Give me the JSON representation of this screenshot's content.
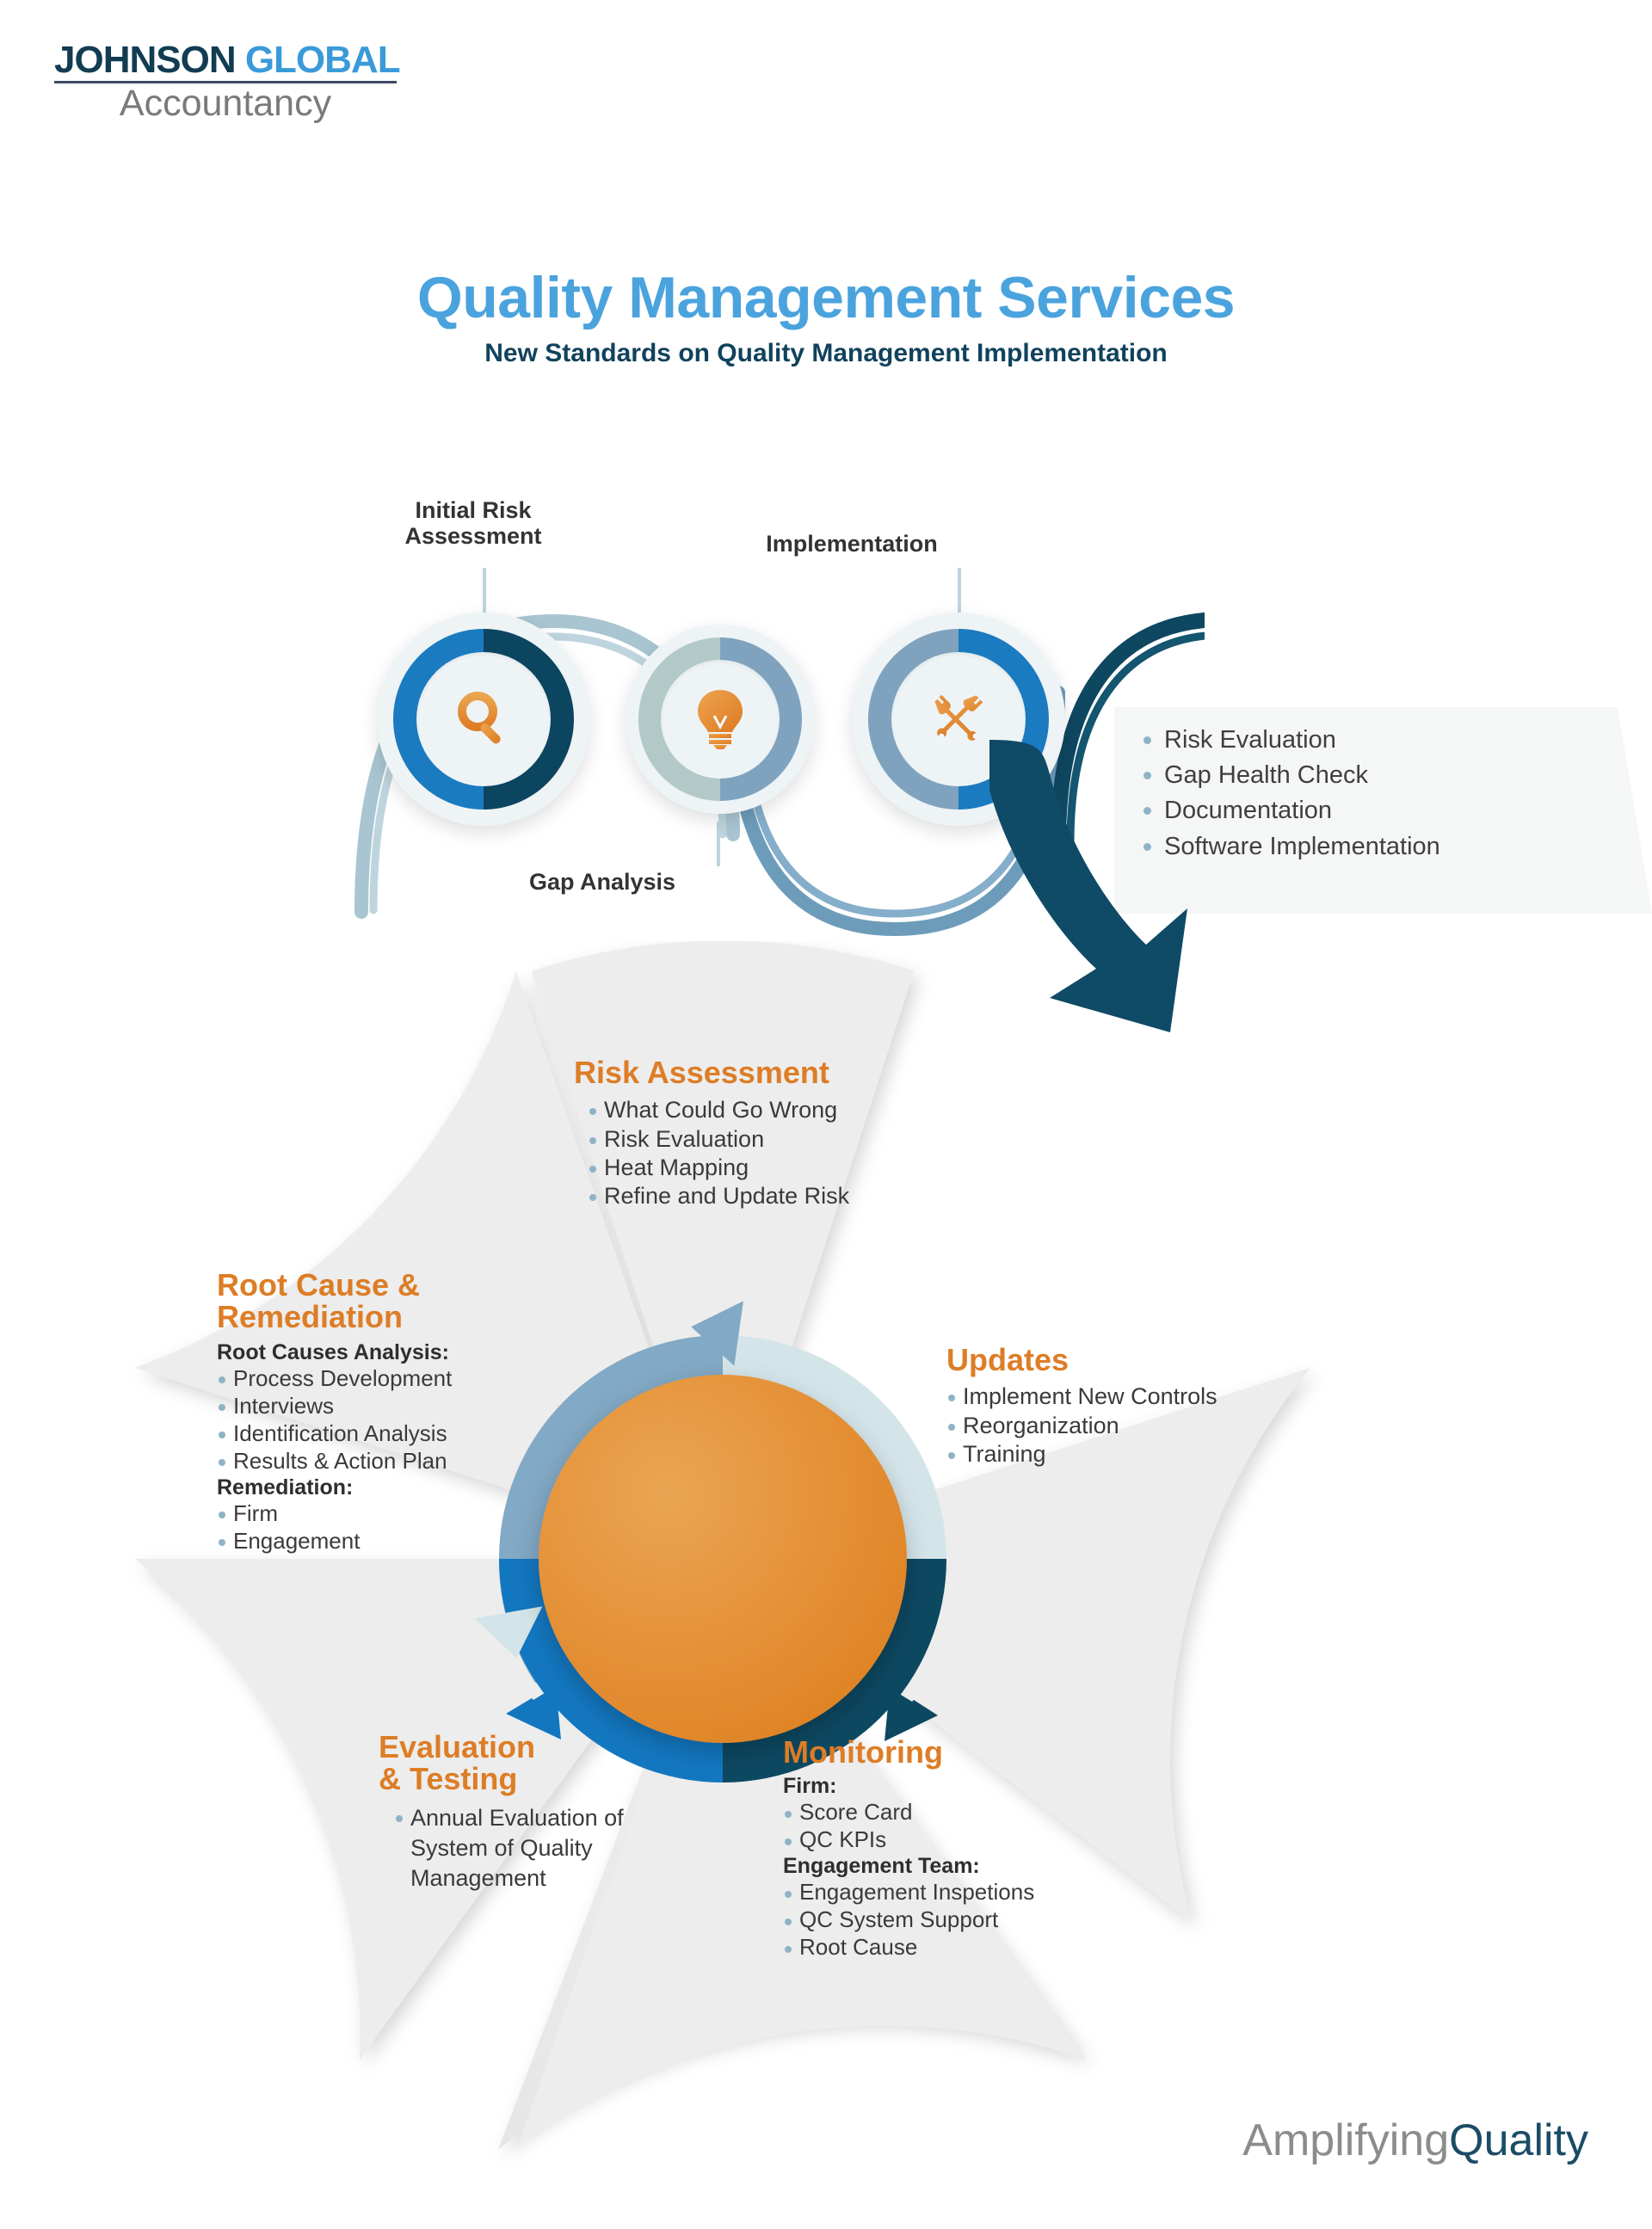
{
  "brand": {
    "logo_line1_dark": "JOHNSON",
    "logo_line1_blue": "GLOBAL",
    "logo_line2": "Accountancy"
  },
  "title": {
    "main": "Quality Management Services",
    "sub": "New Standards on Quality Management Implementation"
  },
  "process": {
    "steps": [
      {
        "label": "Initial Risk\nAssessment",
        "icon": "magnifier-icon"
      },
      {
        "label": "Gap Analysis",
        "icon": "lightbulb-icon"
      },
      {
        "label": "Implementation",
        "icon": "crossed-wrenches-icon"
      }
    ]
  },
  "callout": {
    "items": [
      "Risk Evaluation",
      "Gap Health Check",
      "Documentation",
      "Software Implementation"
    ]
  },
  "wheel": {
    "segments": [
      {
        "key": "risk-assessment",
        "title": "Risk Assessment",
        "groups": [
          {
            "heading": "",
            "items": [
              "What Could Go Wrong",
              "Risk Evaluation",
              "Heat Mapping",
              "Refine and Update Risk"
            ]
          }
        ]
      },
      {
        "key": "updates",
        "title": "Updates",
        "groups": [
          {
            "heading": "",
            "items": [
              "Implement New Controls",
              "Reorganization",
              "Training"
            ]
          }
        ]
      },
      {
        "key": "monitoring",
        "title": "Monitoring",
        "groups": [
          {
            "heading": "Firm:",
            "items": [
              "Score Card",
              "QC KPIs"
            ]
          },
          {
            "heading": "Engagement Team:",
            "items": [
              "Engagement Inspetions",
              "QC System Support",
              "Root Cause"
            ]
          }
        ]
      },
      {
        "key": "evaluation-testing",
        "title": "Evaluation\n& Testing",
        "groups": [
          {
            "heading": "",
            "items": [
              "Annual Evaluation of System of Quality Management"
            ]
          }
        ]
      },
      {
        "key": "root-cause-remediation",
        "title": "Root Cause &\nRemediation",
        "groups": [
          {
            "heading": "Root Causes Analysis:",
            "items": [
              "Process Development",
              "Interviews",
              "Identification Analysis",
              "Results & Action Plan"
            ]
          },
          {
            "heading": "Remediation:",
            "items": [
              "Firm",
              "Engagement"
            ]
          }
        ]
      }
    ]
  },
  "footer": {
    "amplifying": "Amplifying",
    "quality": "Quality"
  },
  "colors": {
    "accent_orange": "#dd7d26",
    "title_blue": "#4ba3de",
    "dark_teal": "#10425c",
    "bullet_blue": "#8fb3c6",
    "segment_grey": "#ededed",
    "center_orange": "#e08b2e"
  }
}
